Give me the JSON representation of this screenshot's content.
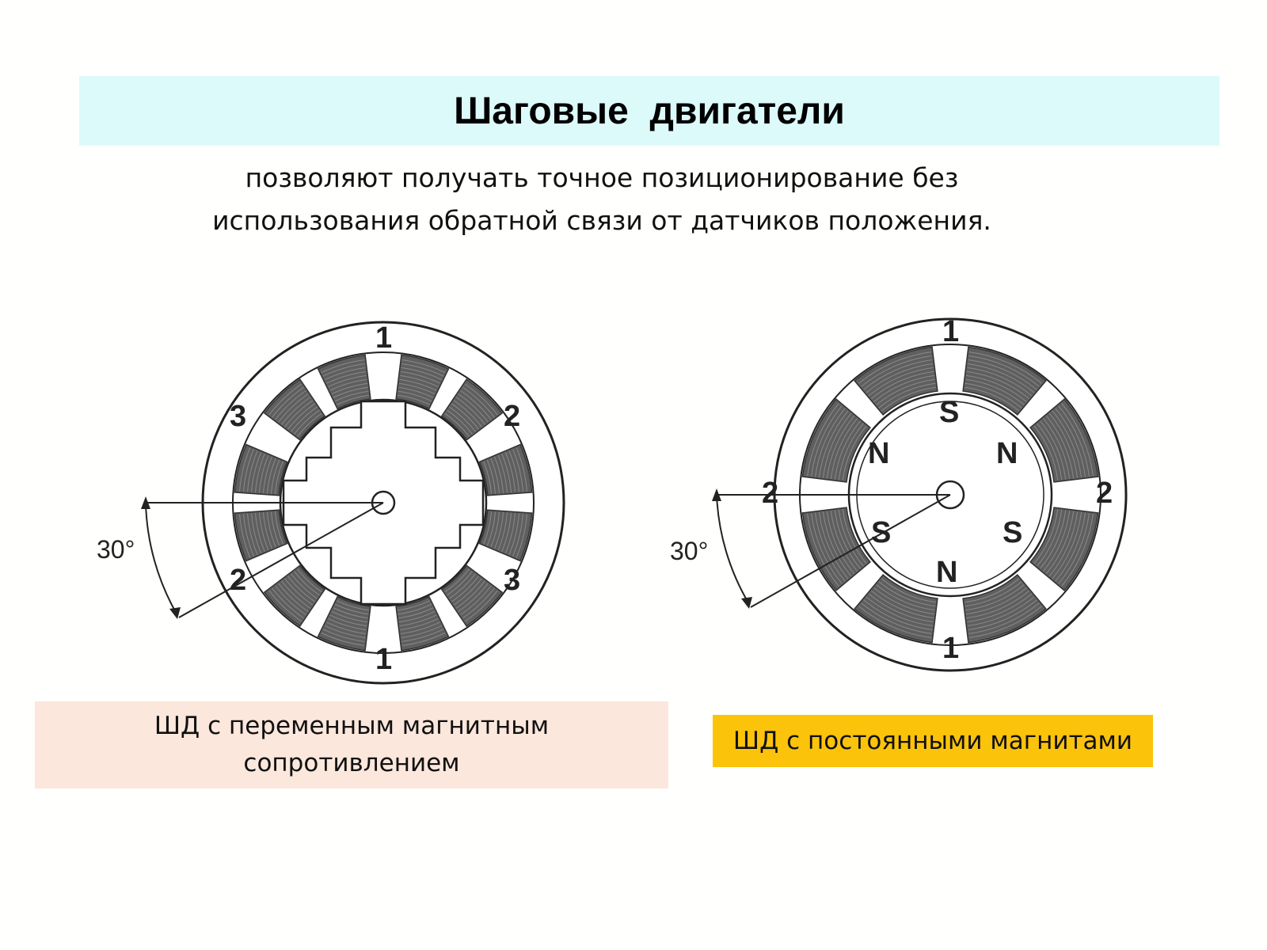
{
  "title": "Шаговые  двигатели",
  "subtitle": {
    "line1": "позволяют получать точное позиционирование без",
    "line2": "использования обратной связи от датчиков положения."
  },
  "diagrams": {
    "left": {
      "angle_label": "30°",
      "pole_labels": [
        "1",
        "2",
        "3",
        "1",
        "2",
        "3"
      ],
      "caption": "ШД с переменным магнитным сопротивлением"
    },
    "right": {
      "angle_label": "30°",
      "pole_labels": [
        "1",
        "2",
        "1",
        "2"
      ],
      "magnet_labels": [
        "S",
        "N",
        "N",
        "S",
        "S",
        "N"
      ],
      "caption": "ШД с постоянными магнитами"
    }
  },
  "colors": {
    "title_band": "#ddfafb",
    "caption_left": "#fbe7dc",
    "caption_right": "#fcc30b",
    "winding": "#5f5f5f"
  }
}
